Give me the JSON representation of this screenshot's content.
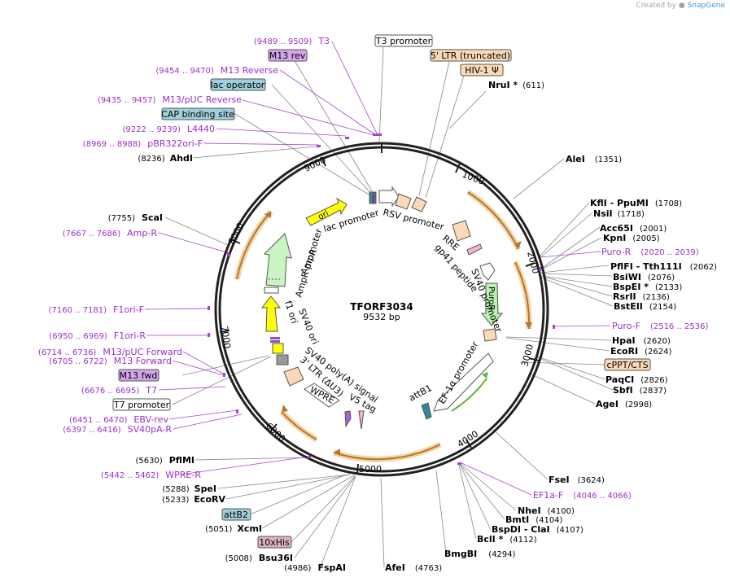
{
  "credit": {
    "prefix": "Created by",
    "brand": "SnapGene",
    "icon": "snapgene-logo-icon"
  },
  "plasmid": {
    "name": "TFORF3034",
    "length_label": "9532 bp",
    "length": 9532
  },
  "ticks": [
    "1000",
    "2000",
    "3000",
    "4000",
    "5000",
    "6000",
    "7000",
    "8000",
    "9000"
  ],
  "colors": {
    "enzyme": "#000000",
    "primer": "#9b2fc9",
    "backbone": "#222222",
    "orange_arrow": "#c0782a"
  },
  "enzymes_right": [
    {
      "name": "NruI *",
      "pos": "(611)"
    },
    {
      "name": "AleI",
      "pos": "(1351)"
    },
    {
      "name": "KflI  - PpuMI",
      "pos": "(1708)"
    },
    {
      "name": "NsiI",
      "pos": "(1718)"
    },
    {
      "name": "Acc65I",
      "pos": "(2001)"
    },
    {
      "name": "KpnI",
      "pos": "(2005)"
    },
    {
      "name": "PflFI  - Tth111I",
      "pos": "(2062)"
    },
    {
      "name": "BsiWI",
      "pos": "(2076)"
    },
    {
      "name": "BspEI *",
      "pos": "(2133)"
    },
    {
      "name": "RsrII",
      "pos": "(2136)"
    },
    {
      "name": "BstEII",
      "pos": "(2154)"
    },
    {
      "name": "HpaI",
      "pos": "(2620)"
    },
    {
      "name": "EcoRI",
      "pos": "(2624)"
    },
    {
      "name": "PaqCI",
      "pos": "(2826)"
    },
    {
      "name": "SbfI",
      "pos": "(2837)"
    },
    {
      "name": "AgeI",
      "pos": "(2998)"
    },
    {
      "name": "FseI",
      "pos": "(3624)"
    },
    {
      "name": "NheI",
      "pos": "(4100)"
    },
    {
      "name": "BmtI",
      "pos": "(4104)"
    },
    {
      "name": "BspDI  - ClaI",
      "pos": "(4107)"
    },
    {
      "name": "BclI *",
      "pos": "(4112)"
    },
    {
      "name": "BmgBI",
      "pos": "(4294)"
    },
    {
      "name": "AfeI",
      "pos": "(4763)"
    }
  ],
  "enzymes_left": [
    {
      "name": "AhdI",
      "pos": "(8236)"
    },
    {
      "name": "ScaI",
      "pos": "(7755)"
    },
    {
      "name": "PflMI",
      "pos": "(5630)"
    },
    {
      "name": "SpeI",
      "pos": "(5288)"
    },
    {
      "name": "EcoRV",
      "pos": "(5233)"
    },
    {
      "name": "XcmI",
      "pos": "(5051)"
    },
    {
      "name": "Bsu36I",
      "pos": "(5008)"
    },
    {
      "name": "FspAI",
      "pos": "(4986)"
    }
  ],
  "primers_right": [
    {
      "name": "Puro-R",
      "pos": "(2020 .. 2039)"
    },
    {
      "name": "Puro-F",
      "pos": "(2516 .. 2536)"
    },
    {
      "name": "EF1a-F",
      "pos": "(4046 .. 4066)"
    }
  ],
  "primers_left": [
    {
      "name": "T3",
      "pos": "(9489 .. 9509)"
    },
    {
      "name": "M13 Reverse",
      "pos": "(9454 .. 9470)"
    },
    {
      "name": "M13/pUC Reverse",
      "pos": "(9435 .. 9457)"
    },
    {
      "name": "L4440",
      "pos": "(9222 .. 9239)"
    },
    {
      "name": "pBR322ori-F",
      "pos": "(8969 .. 8988)"
    },
    {
      "name": "Amp-R",
      "pos": "(7667 .. 7686)"
    },
    {
      "name": "F1ori-F",
      "pos": "(7160 .. 7181)"
    },
    {
      "name": "F1ori-R",
      "pos": "(6950 .. 6969)"
    },
    {
      "name": "M13/pUC Forward",
      "pos": "(6714 .. 6736)"
    },
    {
      "name": "M13 Forward",
      "pos": "(6705 .. 6722)"
    },
    {
      "name": "T7",
      "pos": "(6676 .. 6695)"
    },
    {
      "name": "EBV-rev",
      "pos": "(6451 .. 6470)"
    },
    {
      "name": "SV40pA-R",
      "pos": "(6397 .. 6416)"
    },
    {
      "name": "WPRE-R",
      "pos": "(5442 .. 5462)"
    }
  ],
  "boxed_labels": [
    {
      "text": "T3 promoter",
      "style": "white"
    },
    {
      "text": "M13 rev",
      "style": "purple"
    },
    {
      "text": "lac operator",
      "style": "teal"
    },
    {
      "text": "CAP binding site",
      "style": "teal"
    },
    {
      "text": "5' LTR (truncated)",
      "style": "peach"
    },
    {
      "text": "HIV-1 Ψ",
      "style": "peach"
    },
    {
      "text": "cPPT/CTS",
      "style": "peach"
    },
    {
      "text": "attB2",
      "style": "teal"
    },
    {
      "text": "10xHis",
      "style": "pink"
    },
    {
      "text": "M13 fwd",
      "style": "purple"
    },
    {
      "text": "T7 promoter",
      "style": "white"
    }
  ],
  "inner_features": {
    "ori": "ori",
    "lac_promoter": "lac promoter",
    "rsv_promoter": "RSV promoter",
    "rre": "RRE",
    "gp41": "gp41 peptide",
    "sv40_promoter": "SV40 promoter",
    "puror": "PuroR",
    "ef1a": "EF-1α promoter",
    "attb1": "attB1",
    "v5": "V5 tag",
    "wpre": "WPRE",
    "ltr3": "3' LTR (ΔU3)",
    "sv40pa": "SV40 poly(A) signal",
    "sv40ori": "SV40 ori",
    "f1ori": "f1 ori",
    "ampr_promoter": "AmpR promoter",
    "ampr": "AmpR"
  }
}
